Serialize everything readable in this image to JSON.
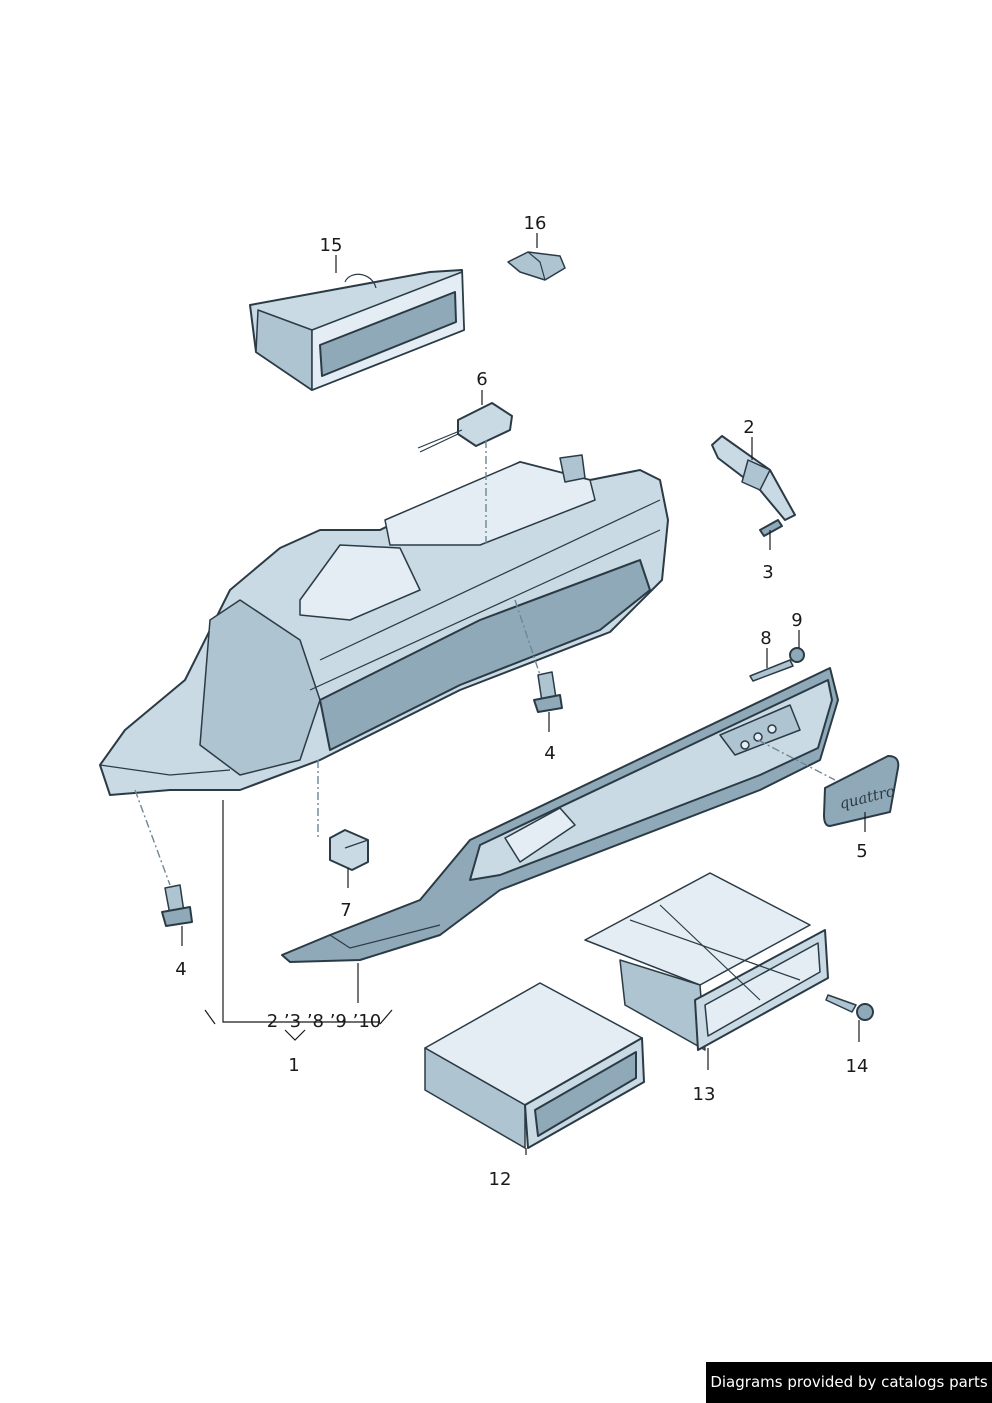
{
  "callouts": {
    "c1": "1",
    "c2": "2",
    "c3": "3",
    "c4a": "4",
    "c4b": "4",
    "c5": "5",
    "c6": "6",
    "c7": "7",
    "c8": "8",
    "c9": "9",
    "c12": "12",
    "c13": "13",
    "c14": "14",
    "c15": "15",
    "c16": "16"
  },
  "assembly_note": "2 ’3 ’8 ’9 ’10",
  "emblem_text": "quattro",
  "credit": "Diagrams provided by catalogs parts",
  "colors": {
    "part": "#c9dae4",
    "outline": "#2b3b46",
    "credit_bg": "#000000"
  }
}
